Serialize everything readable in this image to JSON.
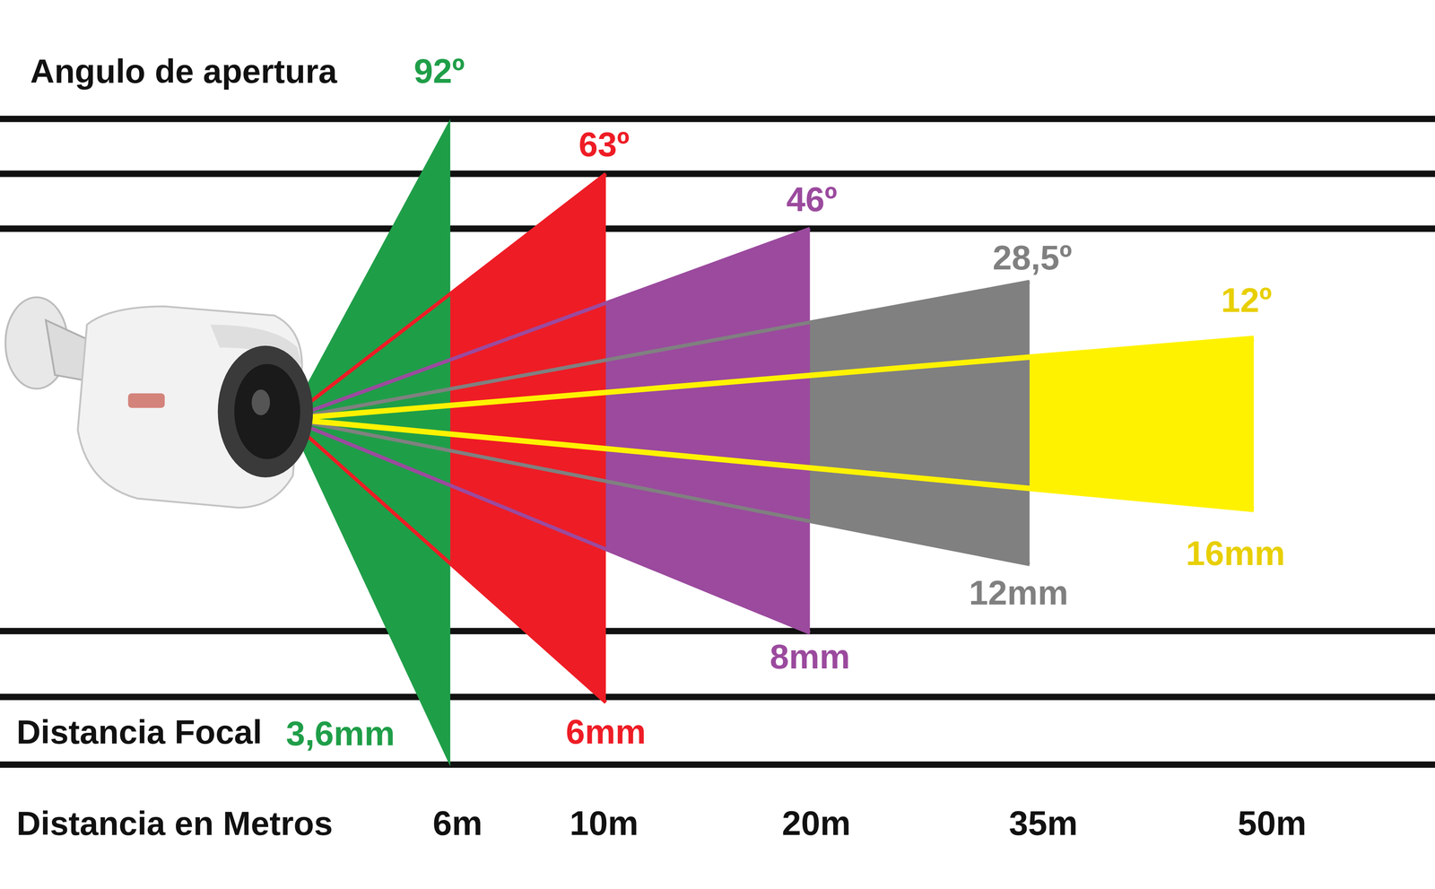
{
  "diagram": {
    "labels": [
      "Angulo de apertura",
      "92º",
      "63º",
      "46º",
      "28,5º",
      "12º",
      "16mm",
      "12mm",
      "8mm",
      "Distancia Focal",
      "3,6mm",
      "6mm",
      "Distancia en Metros",
      "6m",
      "10m",
      "20m",
      "35m",
      "50m"
    ]
  }
}
